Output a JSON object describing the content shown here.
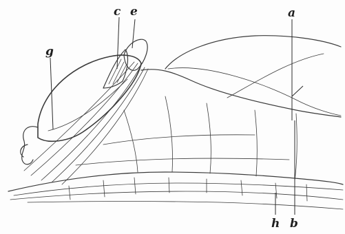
{
  "figure": {
    "labels": {
      "a": "a",
      "b": "b",
      "c": "c",
      "e": "e",
      "g": "g",
      "h": "h"
    }
  }
}
